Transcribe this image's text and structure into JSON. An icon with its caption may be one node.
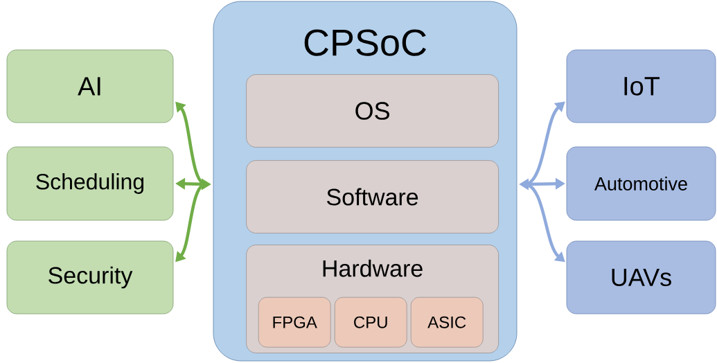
{
  "diagram": {
    "nodes": [
      {
        "text": [
          "CPSoC"
        ]
      },
      {
        "text": [
          "OS"
        ],
        "in": 0
      },
      {
        "text": [
          "Software"
        ],
        "in": 0
      },
      {
        "text": [
          "Hardware"
        ],
        "in": 0
      },
      {
        "text": [
          "FPGA"
        ],
        "in": 3
      },
      {
        "text": [
          "CPU"
        ],
        "in": 3
      },
      {
        "text": [
          "ASIC"
        ],
        "in": 3
      },
      {
        "text": [
          "AI"
        ]
      },
      {
        "text": [
          "Scheduling"
        ]
      },
      {
        "text": [
          "Security"
        ]
      },
      {
        "text": [
          "IoT"
        ]
      },
      {
        "text": [
          "Automotive"
        ]
      },
      {
        "text": [
          "UAVs"
        ]
      }
    ],
    "edges": [
      {
        "from": 0,
        "to": 7,
        "arrow": "both",
        "color": "#70ad47"
      },
      {
        "from": 0,
        "to": 8,
        "arrow": "both",
        "color": "#70ad47"
      },
      {
        "from": 0,
        "to": 9,
        "arrow": "both",
        "color": "#70ad47"
      },
      {
        "from": 0,
        "to": 10,
        "arrow": "both",
        "color": "#8faadc"
      },
      {
        "from": 0,
        "to": 11,
        "arrow": "both",
        "color": "#8faadc"
      },
      {
        "from": 0,
        "to": 12,
        "arrow": "both",
        "color": "#8faadc"
      }
    ]
  }
}
